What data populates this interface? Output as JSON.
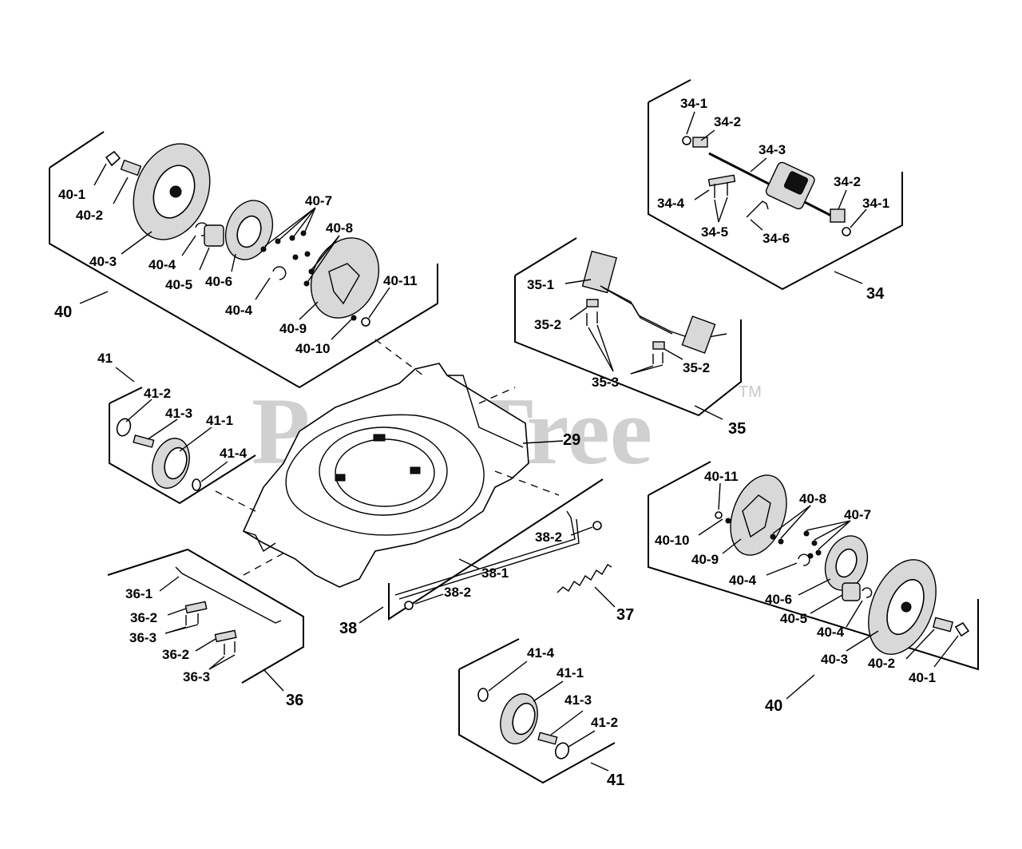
{
  "watermark": {
    "text": "PartsTree",
    "tm": "TM"
  },
  "labels": {
    "g40a": [
      "40-1",
      "40-2",
      "40-3",
      "40-4",
      "40-5",
      "40-6",
      "40-7",
      "40-8",
      "40-4",
      "40-9",
      "40-10",
      "40-11",
      "40"
    ],
    "g41a": [
      "41",
      "41-2",
      "41-3",
      "41-1",
      "41-4"
    ],
    "g34": [
      "34-1",
      "34-2",
      "34-3",
      "34-2",
      "34-1",
      "34-4",
      "34-5",
      "34-6",
      "34"
    ],
    "g35": [
      "35-1",
      "35-2",
      "35-3",
      "35-2",
      "35"
    ],
    "g29": [
      "29"
    ],
    "g38": [
      "38-2",
      "38-1",
      "38-2",
      "38",
      "37"
    ],
    "g36": [
      "36-1",
      "36-2",
      "36-3",
      "36-2",
      "36-3",
      "36"
    ],
    "g40b": [
      "40-11",
      "40-8",
      "40-7",
      "40-10",
      "40-9",
      "40-4",
      "40-6",
      "40-5",
      "40-4",
      "40-3",
      "40-2",
      "40-1",
      "40"
    ],
    "g41b": [
      "41-4",
      "41-1",
      "41-3",
      "41-2",
      "41"
    ]
  }
}
